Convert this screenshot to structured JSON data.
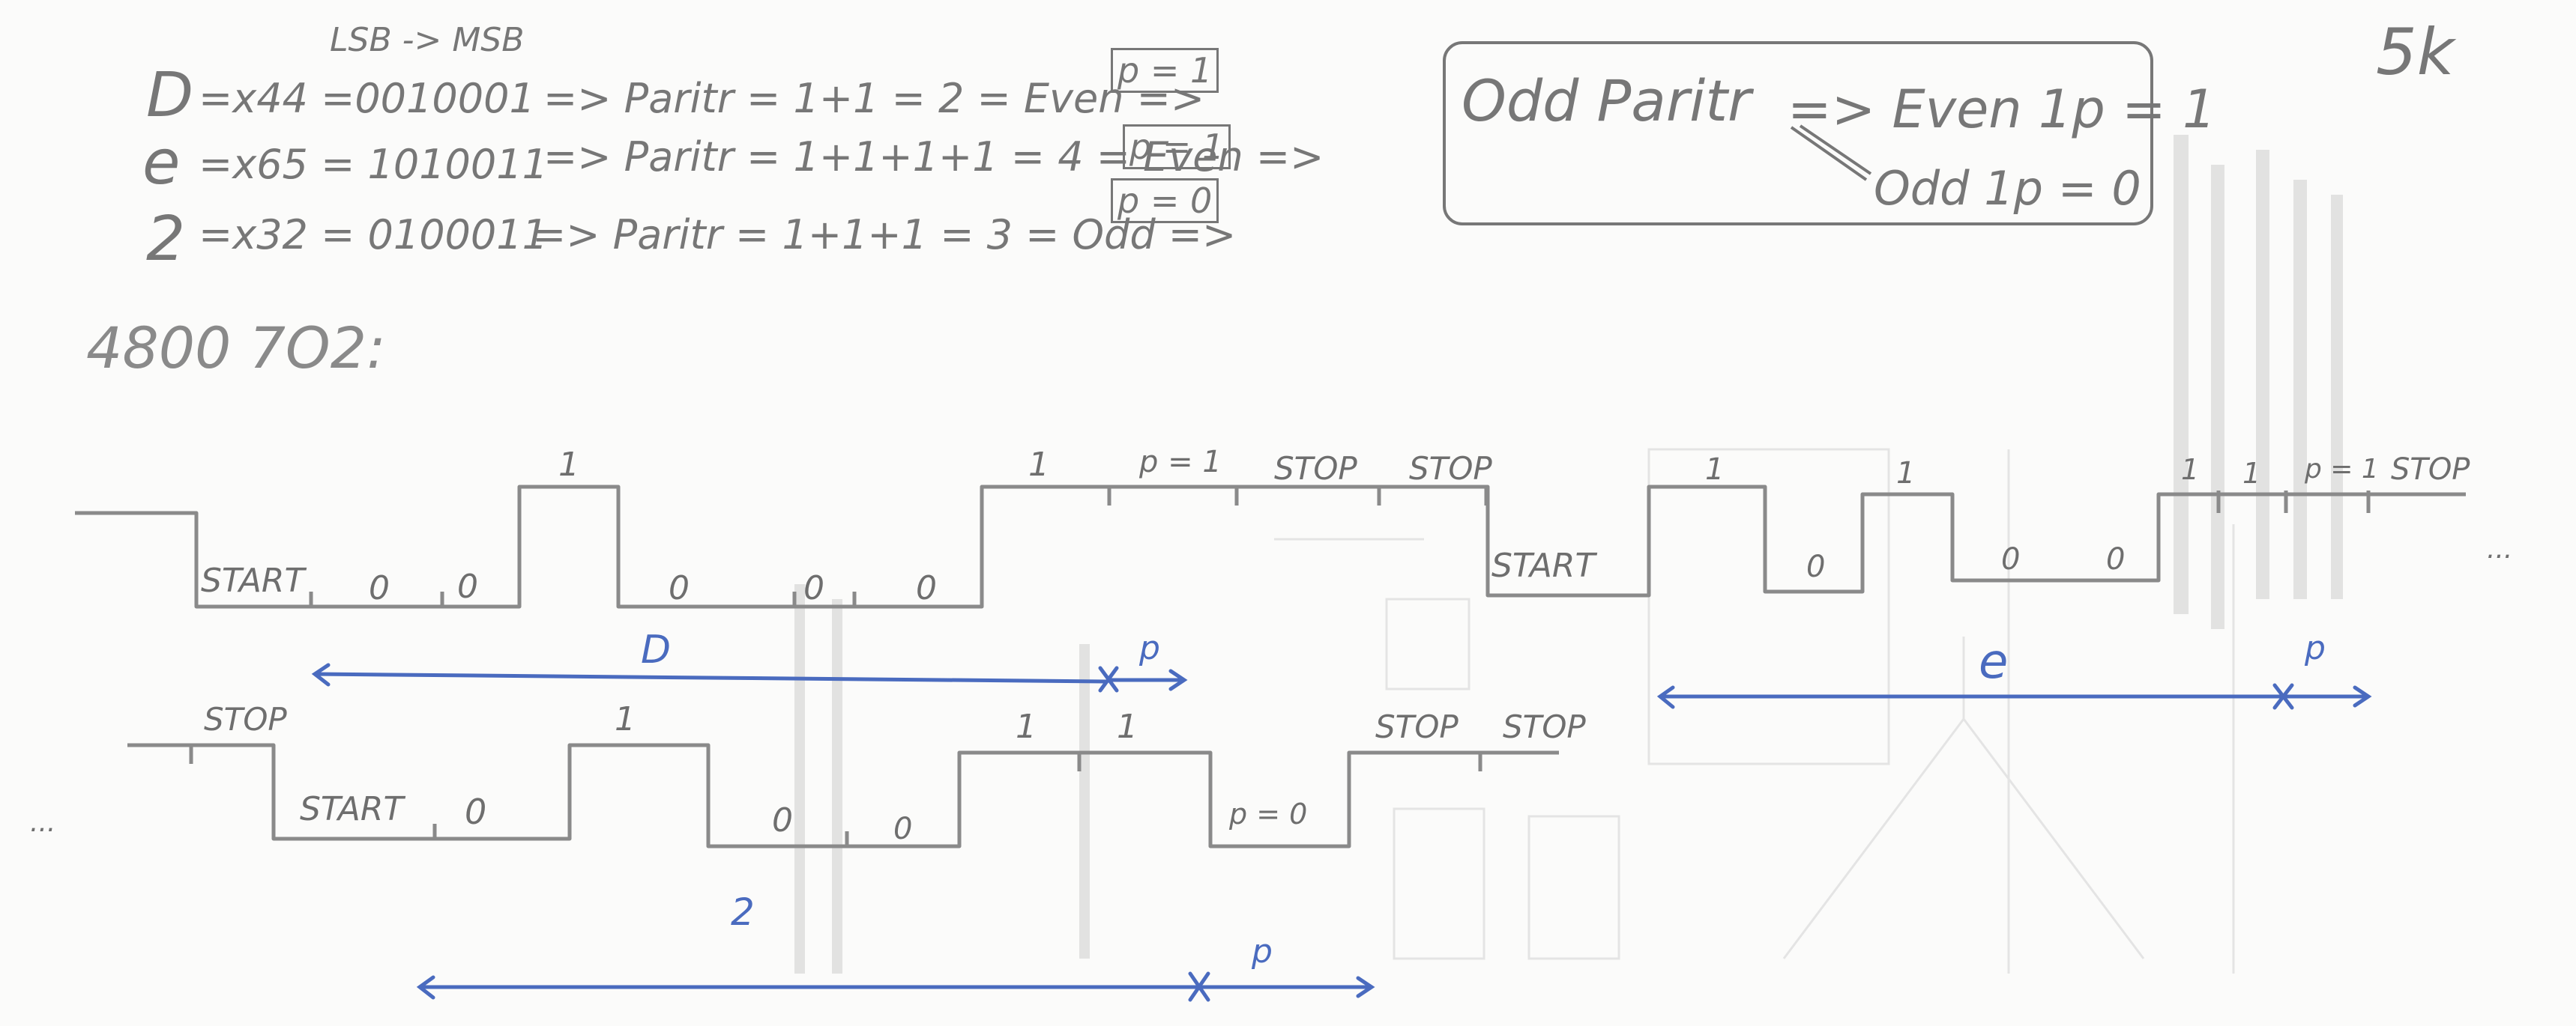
{
  "header": {
    "order": "LSB -> MSB",
    "mark": "5k"
  },
  "parity_table": [
    {
      "char": "D",
      "eq": "=x44 =0010001",
      "calc": "=> Paritr = 1+1 = 2 = Even =>",
      "result": "p = 1"
    },
    {
      "char": "e",
      "eq": "=x65 = 1010011",
      "calc": "=> Paritr = 1+1+1+1 = 4 = Even =>",
      "result": "p = 1"
    },
    {
      "char": "2",
      "eq": "=x32 = 0100011",
      "calc": "=> Paritr = 1+1+1 = 3 = Odd =>",
      "result": "p = 0"
    }
  ],
  "rule_box": {
    "title": "Odd Paritr",
    "even": "=> Even 1p = 1",
    "odd": "Odd 1p = 0"
  },
  "baud": "4800 7O2:",
  "waveform1": {
    "start": "START",
    "bits": [
      "0",
      "0",
      "1",
      "0",
      "0",
      "0",
      "1"
    ],
    "parity": "p = 1",
    "stops": [
      "STOP",
      "STOP"
    ],
    "start2": "START",
    "bits2": [
      "1",
      "0",
      "1",
      "0",
      "0",
      "1",
      "1"
    ],
    "parity2": "p = 1",
    "stop2": "STOP",
    "cont": "...",
    "span1": "D",
    "span1_p": "p",
    "span2": "e",
    "span2_p": "p"
  },
  "waveform2": {
    "lead": "...",
    "stop_prev": "STOP",
    "start": "START",
    "bits": [
      "0",
      "1",
      "0",
      "0",
      "1",
      "1"
    ],
    "parity": "p = 0",
    "stops": [
      "STOP",
      "STOP"
    ],
    "span": "2",
    "span_p": "p"
  }
}
